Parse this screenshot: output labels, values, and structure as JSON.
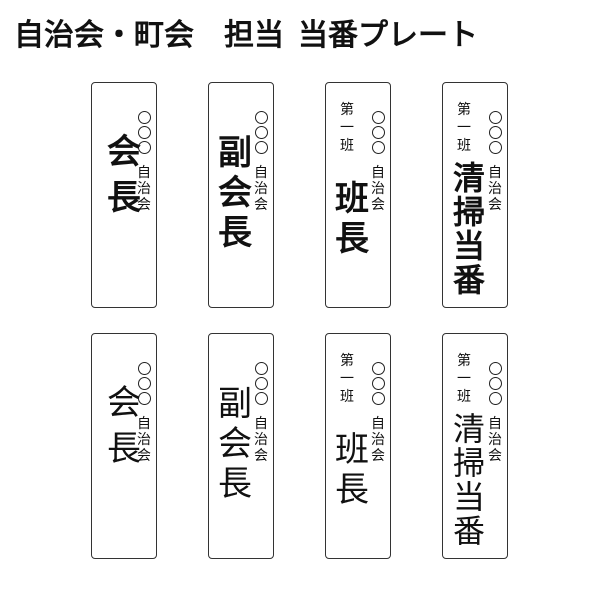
{
  "title": {
    "part1": "自治会・町会",
    "part2": "担当",
    "part3": "当番プレート"
  },
  "org_label": "自治会",
  "plates": [
    {
      "team": "",
      "role": "会長",
      "style": "bold"
    },
    {
      "team": "",
      "role": "副会長",
      "style": "bold"
    },
    {
      "team": "第一班",
      "role": "班長",
      "style": "bold"
    },
    {
      "team": "第一班",
      "role": "清掃当番",
      "style": "bold"
    },
    {
      "team": "",
      "role": "会長",
      "style": "regular"
    },
    {
      "team": "",
      "role": "副会長",
      "style": "regular"
    },
    {
      "team": "第一班",
      "role": "班長",
      "style": "regular"
    },
    {
      "team": "第一班",
      "role": "清掃当番",
      "style": "regular"
    }
  ]
}
